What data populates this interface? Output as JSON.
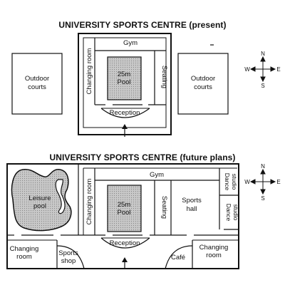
{
  "present": {
    "title": "UNIVERSITY SPORTS CENTRE (present)",
    "labels": {
      "gym": "Gym",
      "changing_room": "Changing room",
      "pool": [
        "25m",
        "Pool"
      ],
      "seating": "Seating",
      "reception": "Reception",
      "outdoor_left": [
        "Outdoor",
        "courts"
      ],
      "outdoor_right": [
        "Outdoor",
        "courts"
      ]
    }
  },
  "future": {
    "title": "UNIVERSITY SPORTS CENTRE (future plans)",
    "labels": {
      "gym": "Gym",
      "leisure_pool": [
        "Leisure",
        "pool"
      ],
      "changing_room_vertical": "Changing room",
      "pool": [
        "25m",
        "Pool"
      ],
      "seating": "Seating",
      "sports_hall": [
        "Sports",
        "hall"
      ],
      "dance_studio_top": [
        "Dance",
        "studio"
      ],
      "dance_studio_bottom": [
        "Dance",
        "studio"
      ],
      "reception": "Reception",
      "changing_room_left": [
        "Changing",
        "room"
      ],
      "sports_shop": [
        "Sports",
        "shop"
      ],
      "cafe": "Café",
      "changing_room_right": [
        "Changing",
        "room"
      ]
    }
  },
  "compass": {
    "n": "N",
    "s": "S",
    "e": "E",
    "w": "W"
  },
  "colors": {
    "pool_fill": "#c8c8c8",
    "line": "#111111",
    "background": "#ffffff"
  }
}
